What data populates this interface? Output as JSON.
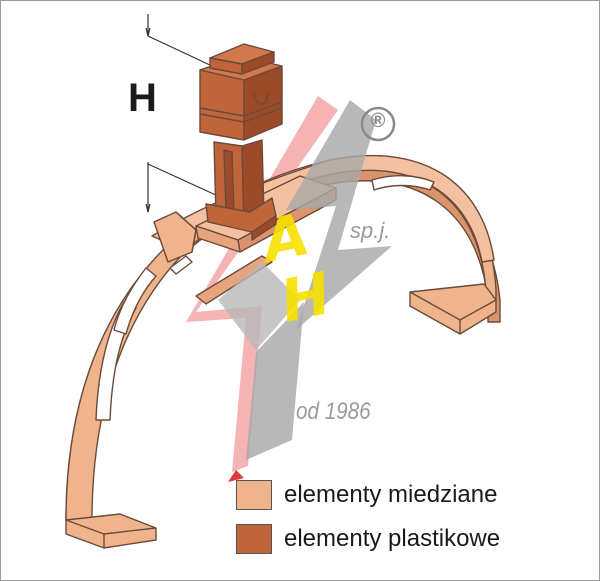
{
  "dimension_label": "H",
  "logo": {
    "registered_mark": "®",
    "company_suffix": "sp.j.",
    "since_text": "od 1986",
    "monogram": "AH"
  },
  "legend": [
    {
      "label": "elementy miedziane",
      "color": "#f0b48c"
    },
    {
      "label": "elementy plastikowe",
      "color": "#c0643a"
    }
  ],
  "colors": {
    "copper": "#f0b48c",
    "copper_dark": "#d9946c",
    "plastic": "#c0643a",
    "plastic_dark": "#9c4a28",
    "outline": "#6b4a3a",
    "bolt_red": "#e23a3a",
    "bolt_gray": "#a8a8a8",
    "logo_yellow": "#f6e000"
  }
}
